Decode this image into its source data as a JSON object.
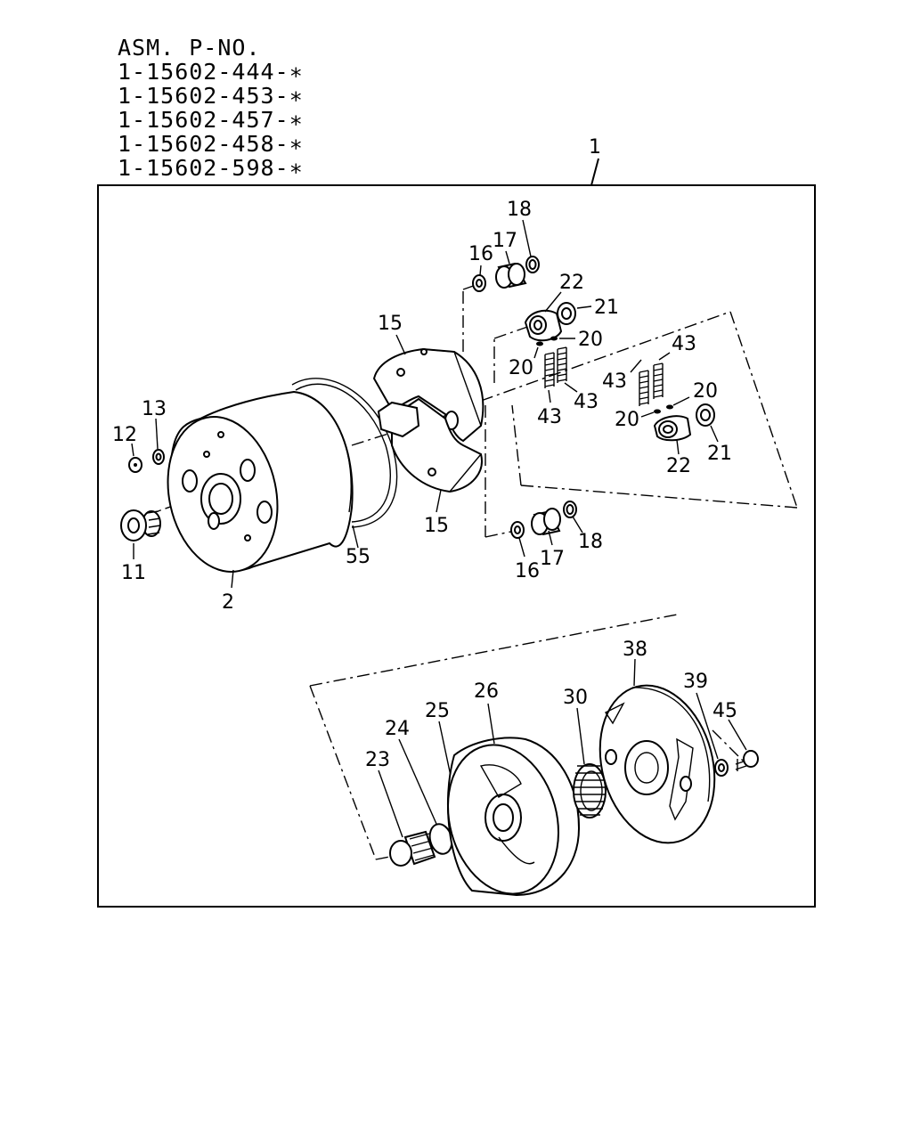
{
  "header": {
    "title": "ASM. P-NO.",
    "part_numbers": [
      "1-15602-444-∗",
      "1-15602-453-∗",
      "1-15602-457-∗",
      "1-15602-458-∗",
      "1-15602-598-∗"
    ]
  },
  "callouts": {
    "c1": "1",
    "c2": "2",
    "c11": "11",
    "c12": "12",
    "c13": "13",
    "c15a": "15",
    "c15b": "15",
    "c16a": "16",
    "c16b": "16",
    "c17a": "17",
    "c17b": "17",
    "c18a": "18",
    "c18b": "18",
    "c20a": "20",
    "c20b": "20",
    "c20c": "20",
    "c20d": "20",
    "c21a": "21",
    "c21b": "21",
    "c22a": "22",
    "c22b": "22",
    "c23": "23",
    "c24": "24",
    "c25": "25",
    "c26": "26",
    "c30": "30",
    "c38": "38",
    "c39": "39",
    "c43a": "43",
    "c43b": "43",
    "c43c": "43",
    "c43d": "43",
    "c45": "45",
    "c55": "55"
  }
}
